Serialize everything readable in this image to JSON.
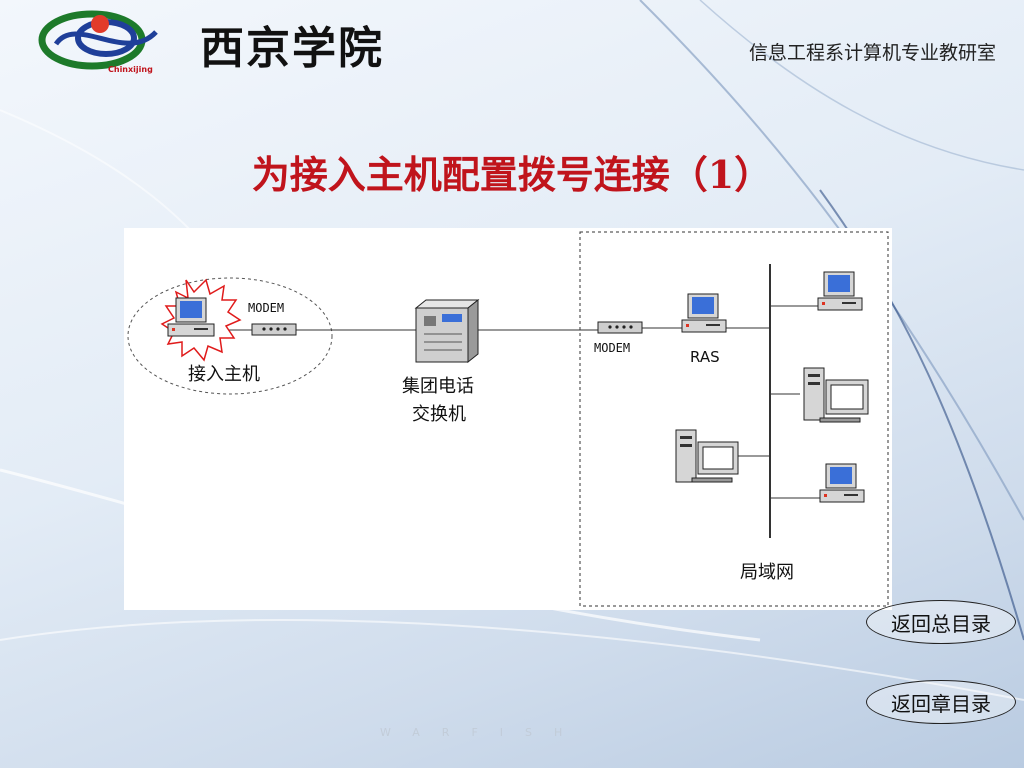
{
  "header": {
    "school_name": "西京学院",
    "logo_text": "Chinxijing",
    "department": "信息工程系计算机专业教研室"
  },
  "slide": {
    "title": "为接入主机配置拨号连接（1）"
  },
  "diagram": {
    "access_host_label": "接入主机",
    "modem_left_label": "MODEM",
    "switch_label_line1": "集团电话",
    "switch_label_line2": "交换机",
    "modem_right_label": "MODEM",
    "ras_label": "RAS",
    "lan_label": "局域网"
  },
  "nav": {
    "back_main": "返回总目录",
    "back_chapter": "返回章目录"
  },
  "watermark": "WARFISH",
  "colors": {
    "title": "#c0141c",
    "burst": "#e01b1b"
  }
}
